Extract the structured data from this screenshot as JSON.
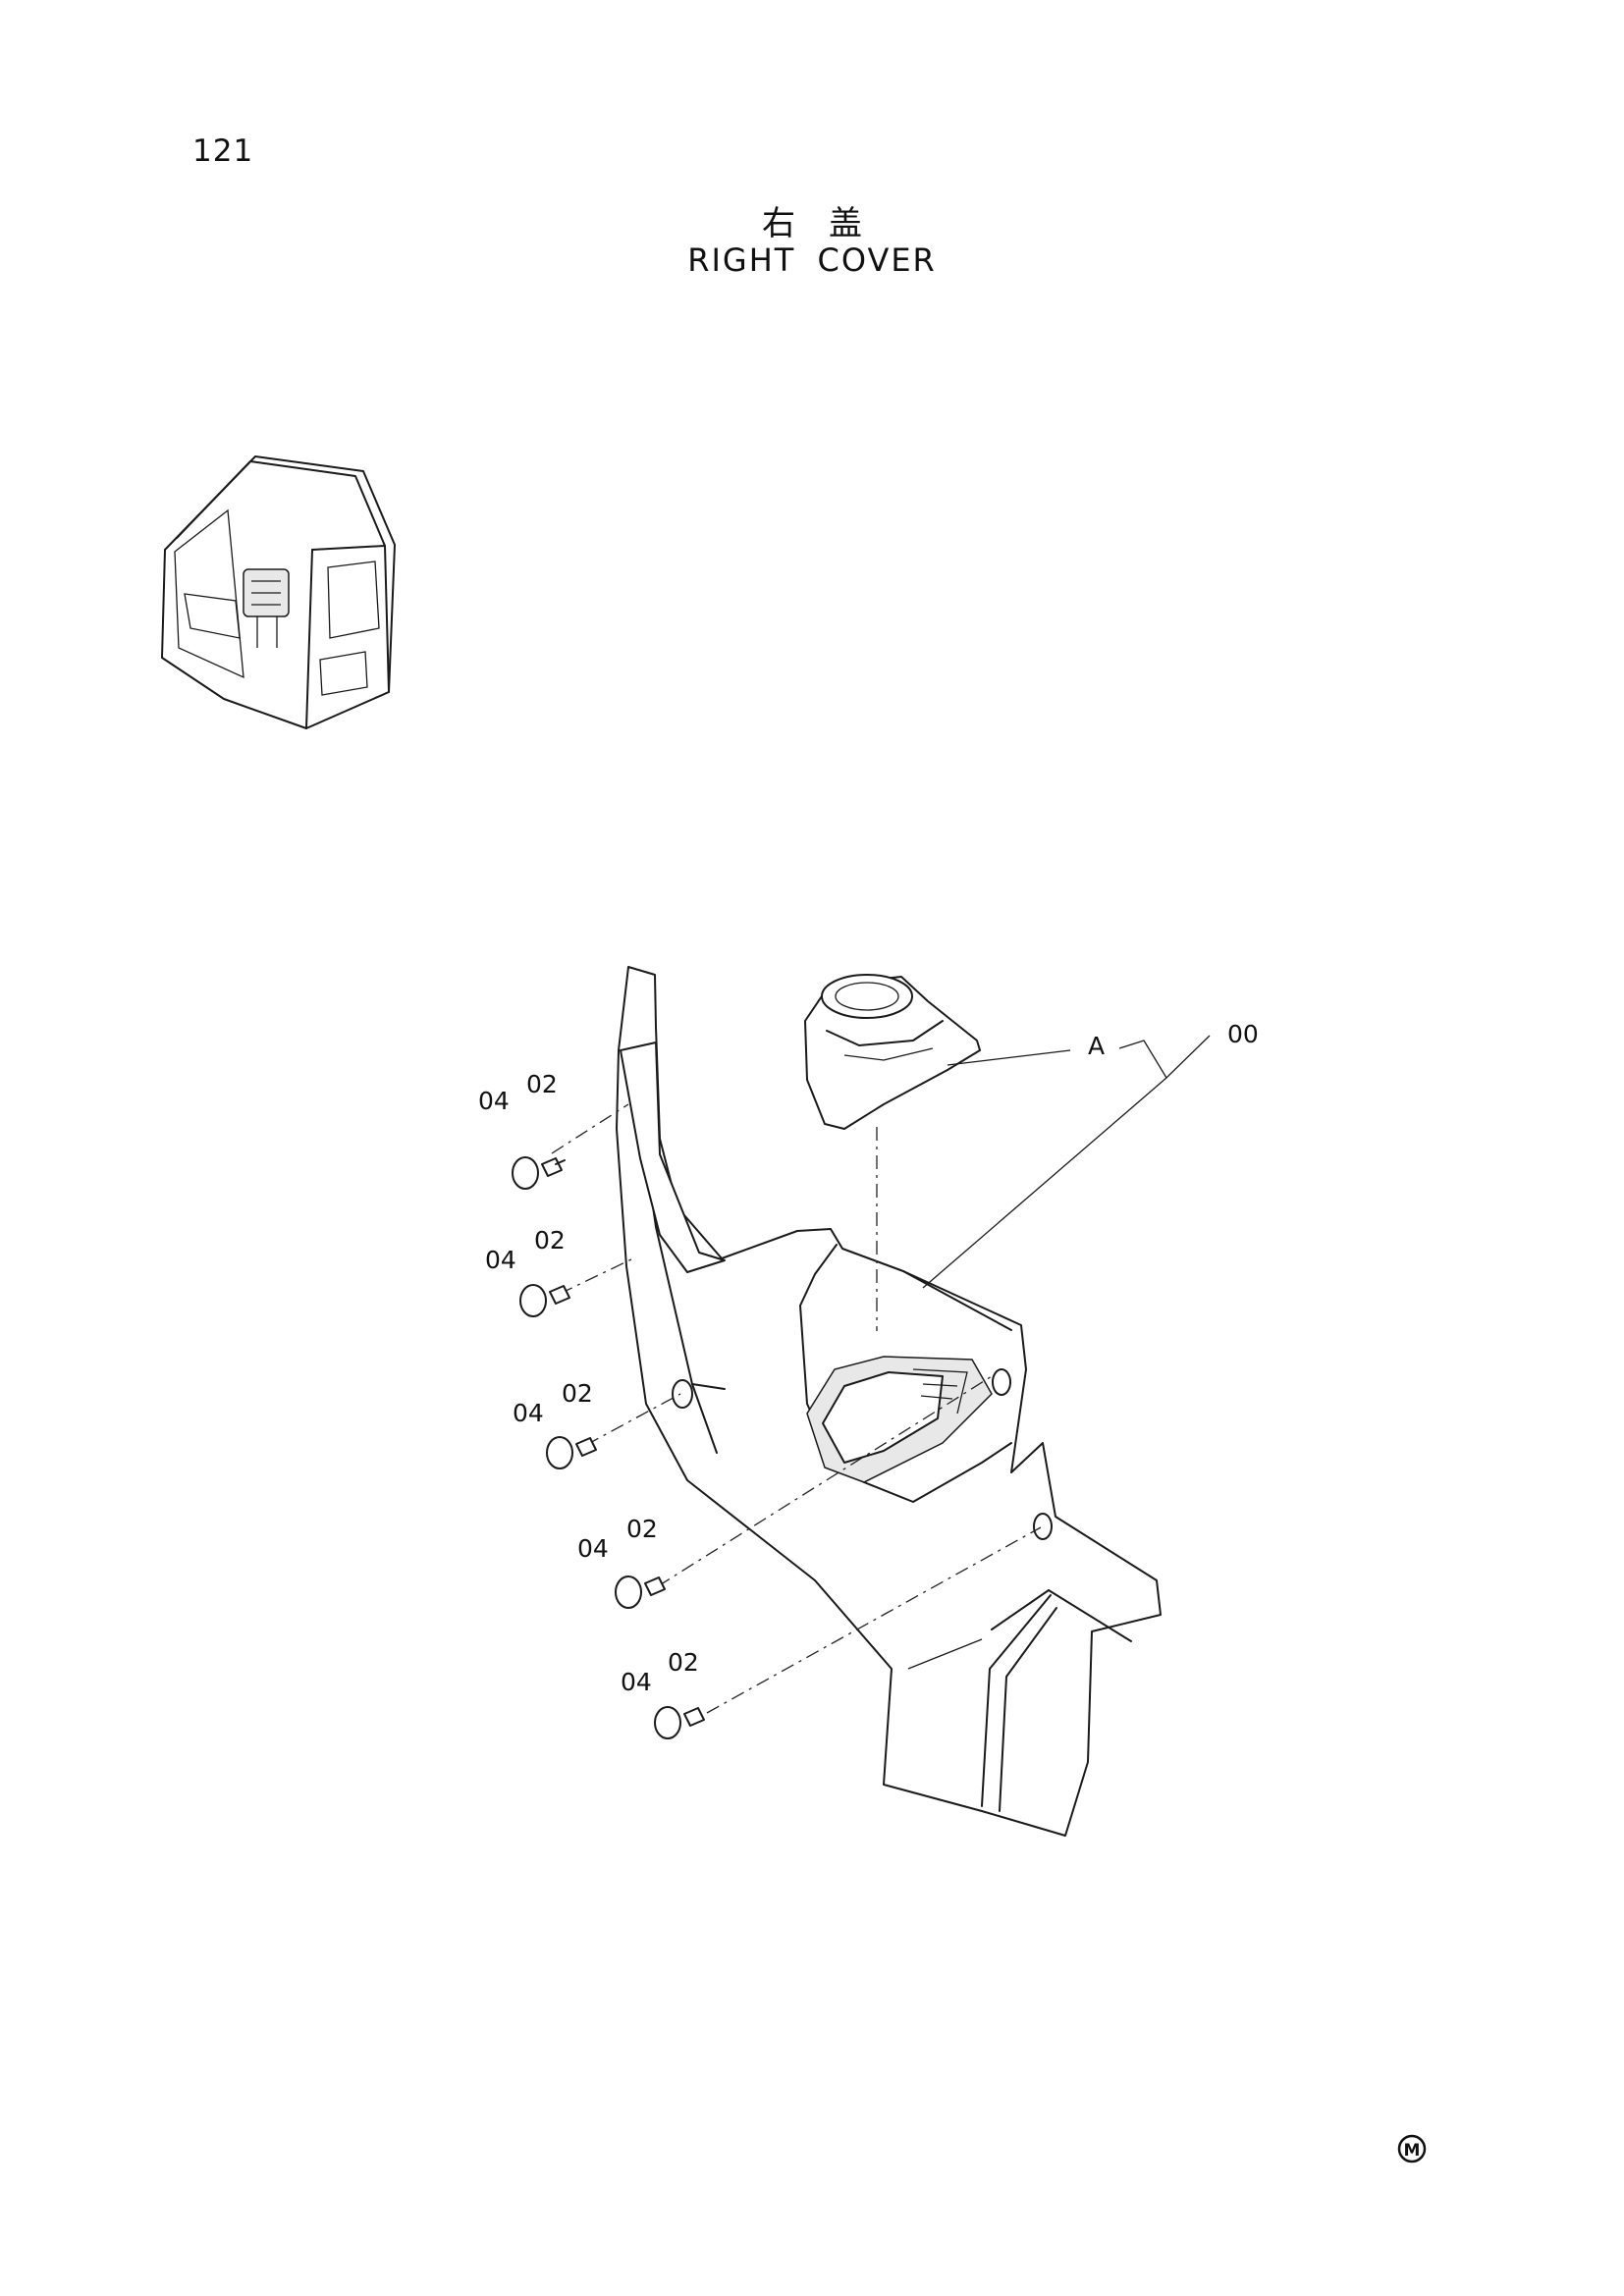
{
  "page": {
    "number": "121",
    "title_cn": "右盖",
    "title_en": "RIGHT COVER",
    "corner_mark": "M"
  },
  "callouts": {
    "assembly": "00",
    "subassembly": "A",
    "screw": "02",
    "cap": "04"
  }
}
